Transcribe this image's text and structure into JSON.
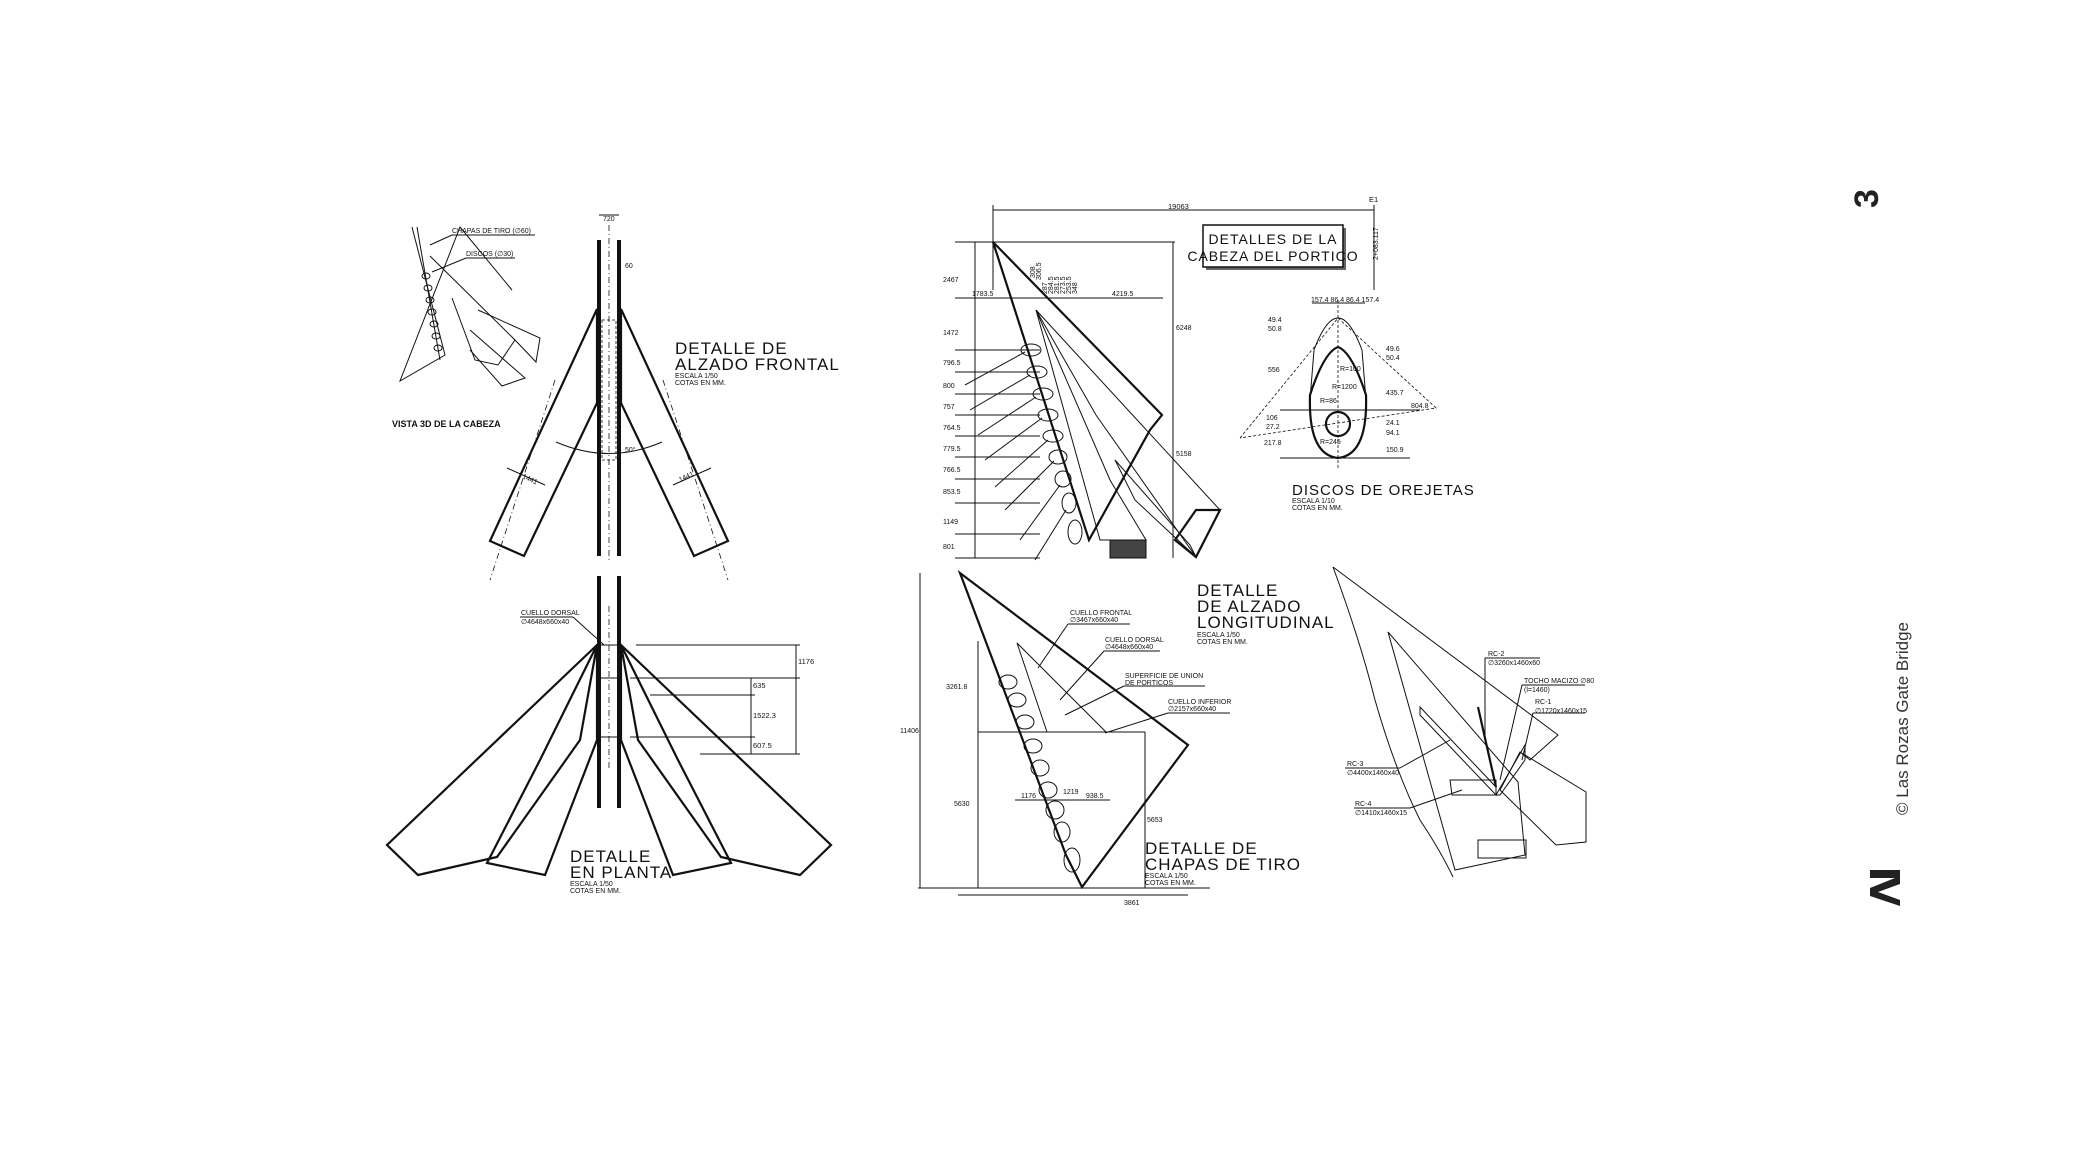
{
  "vista3d": {
    "title": "VISTA 3D DE LA CABEZA",
    "chapas_label": "CHAPAS DE TIRO (∅60)",
    "discos_label": "DISCOS (∅30)"
  },
  "alzado_frontal": {
    "title_1": "DETALLE DE",
    "title_2": "ALZADO FRONTAL",
    "scale": "ESCALA 1/50",
    "units": "COTAS EN MM.",
    "dims": {
      "width": "720",
      "thickness": "60",
      "angle": "50°",
      "arm_left": "1441",
      "arm_right": "1441"
    }
  },
  "planta": {
    "title_1": "DETALLE",
    "title_2": "EN PLANTA",
    "scale": "ESCALA 1/50",
    "units": "COTAS EN MM.",
    "cuello_label": "CUELLO DORSAL",
    "cuello_spec": "∅4648x660x40",
    "dims": [
      "1176",
      "635",
      "1522.3",
      "607.5"
    ]
  },
  "header_box": {
    "line_1": "DETALLES DE LA",
    "line_2": "CABEZA DEL PORTICO",
    "sheet": "E1",
    "station": "2+083.117"
  },
  "alzado_longitudinal": {
    "title_1": "DETALLE",
    "title_2": "DE ALZADO",
    "title_3": "LONGITUDINAL",
    "scale": "ESCALA 1/50",
    "units": "COTAS EN MM.",
    "top_dim": "19063",
    "left_dims": [
      "2467",
      "1472",
      "796.5",
      "800",
      "757",
      "764.5",
      "779.5",
      "766.5",
      "853.5",
      "1149",
      "801"
    ],
    "h_dims": [
      "1783.5",
      "4219.5"
    ],
    "v_small_dims": [
      "308",
      "306.5",
      "287",
      "284.5",
      "281.5",
      "273.5",
      "253.5",
      "348"
    ],
    "right_dims": [
      "6248",
      "5158"
    ]
  },
  "discos": {
    "title": "DISCOS DE OREJETAS",
    "scale": "ESCALA 1/10",
    "units": "COTAS EN MM.",
    "top_dims": "157.4  86.4 86.4  157.4",
    "left_dims": [
      "49.4",
      "50.8",
      "556",
      "106",
      "27.2",
      "217.8"
    ],
    "right_dims": [
      "49.6",
      "50.4",
      "435.7",
      "24.1",
      "94.1",
      "150.9"
    ],
    "outer_dim": "804.8",
    "radii": [
      "R=100",
      "R=1200",
      "R=86",
      "R=245"
    ]
  },
  "chapas_tiro": {
    "title_1": "DETALLE DE",
    "title_2": "CHAPAS DE TIRO",
    "scale": "ESCALA 1/50",
    "units": "COTAS EN MM.",
    "labels": [
      {
        "name": "CUELLO FRONTAL",
        "spec": "∅3467x660x40"
      },
      {
        "name": "CUELLO DORSAL",
        "spec": "∅4648x660x40"
      },
      {
        "name": "SUPERFICIE DE UNION",
        "spec": "DE PORTICOS"
      },
      {
        "name": "CUELLO INFERIOR",
        "spec": "∅2157x660x40"
      }
    ],
    "dims": {
      "total_h": "11406",
      "upper": "3261.8",
      "lower": "5630",
      "a": "1176",
      "b": "1219",
      "c": "938.5",
      "right": "5653",
      "bottom": "3861"
    }
  },
  "vista3d_rc": {
    "labels": [
      {
        "name": "RC-2",
        "spec": "∅3260x1460x60"
      },
      {
        "name": "TOCHO MACIZO ∅80",
        "spec": "(l=1460)"
      },
      {
        "name": "RC-1",
        "spec": "∅1720x1460x15"
      },
      {
        "name": "RC-3",
        "spec": "∅4400x1460x40"
      },
      {
        "name": "RC-4",
        "spec": "∅1410x1460x15"
      }
    ]
  },
  "sidebar": {
    "page_number": "3",
    "credit": "© Las Rozas Gate Bridge",
    "logo": "AA"
  }
}
